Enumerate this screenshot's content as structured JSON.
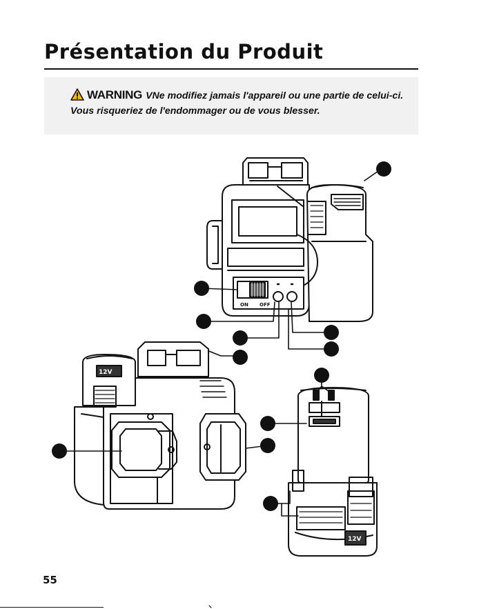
{
  "page": {
    "title": "Présentation du Produit",
    "page_number": "55"
  },
  "warning": {
    "label": "WARNING",
    "line1": "VNe modifiez jamais l'appareil ou une partie de celui-ci.",
    "line2": "Vous risqueriez de l'endommager ou de vous blesser."
  },
  "illustration": {
    "switch_marks": [
      "ON",
      "OFF"
    ],
    "battery_marks": [
      "12V",
      "12V"
    ],
    "icons": [
      "warning-triangle-icon"
    ]
  }
}
